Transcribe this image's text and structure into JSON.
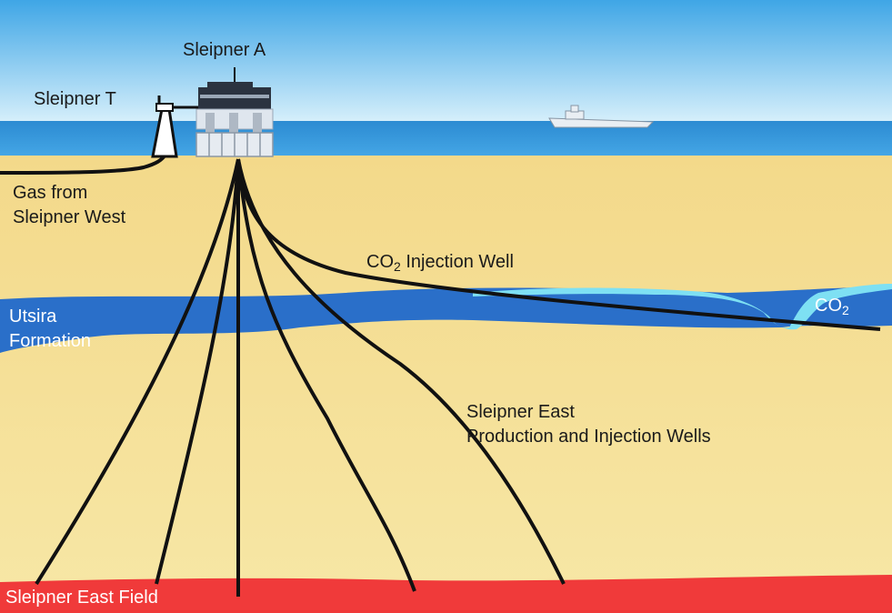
{
  "labels": {
    "sleipner_a": "Sleipner A",
    "sleipner_t": "Sleipner T",
    "gas_from_line1": "Gas from",
    "gas_from_line2": "Sleipner West",
    "co2_well_prefix": "CO",
    "co2_well_sub": "2",
    "co2_well_suffix": " Injection Well",
    "utsira_line1": "Utsira",
    "utsira_line2": "Formation",
    "co2_plume_prefix": "CO",
    "co2_plume_sub": "2",
    "production_line1": "Sleipner East",
    "production_line2": "Production and Injection Wells",
    "east_field": "Sleipner East Field"
  },
  "colors": {
    "sky_top": "#3fa6e6",
    "sky_bottom": "#d8f0fb",
    "sea": "#2f8fd6",
    "sediment": "#f4dc8c",
    "utsira_formation": "#2a6fc9",
    "co2_plume": "#7ee0f3",
    "east_field": "#f03a3a",
    "well_line": "#111111"
  }
}
